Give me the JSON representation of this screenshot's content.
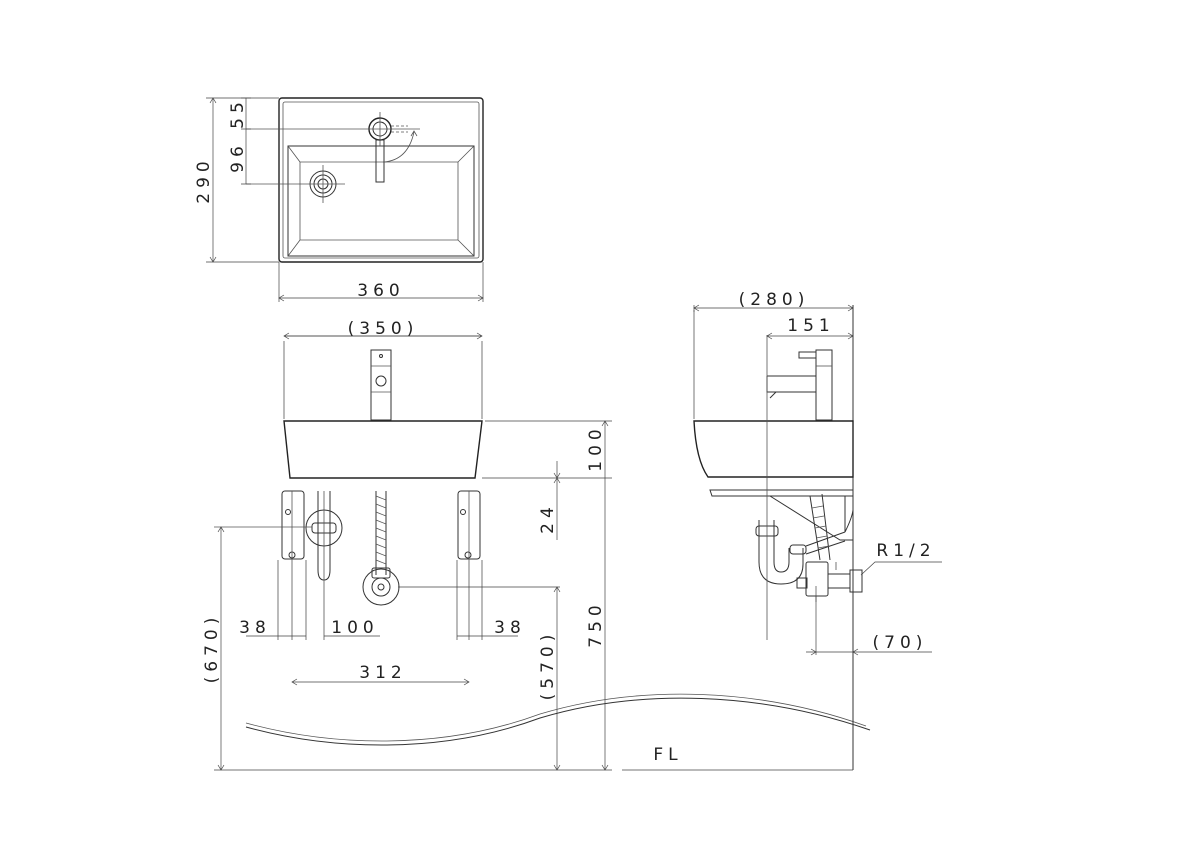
{
  "top_view": {
    "dim_width": "360",
    "dim_depth": "290",
    "dim_faucet_offset": "55",
    "dim_drain_offset": "96"
  },
  "front_view": {
    "dim_bowl_width": "(350)",
    "dim_bowl_height": "100",
    "dim_bracket_gap": "24",
    "dim_total_height": "750",
    "dim_floor_to_bracket": "(670)",
    "dim_floor_to_supply": "(570)",
    "dim_left_bracket": "38",
    "dim_drain_to_supply": "100",
    "dim_right_bracket": "38",
    "dim_bracket_span": "312"
  },
  "side_view": {
    "dim_depth": "(280)",
    "dim_faucet_from_wall": "151",
    "dim_valve_from_wall": "(70)",
    "thread_label": "R1/2",
    "floor_label": "FL"
  }
}
